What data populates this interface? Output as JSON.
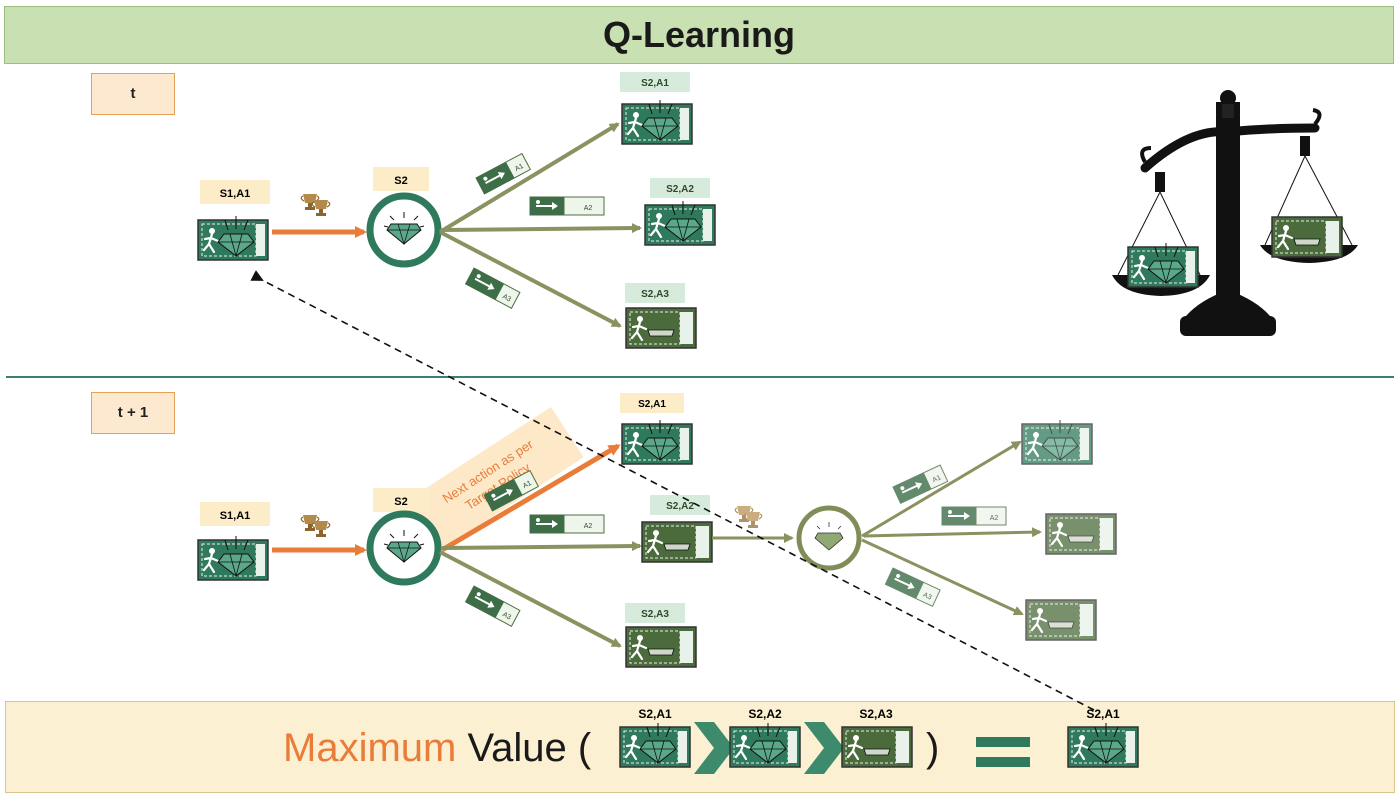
{
  "title": "Q-Learning",
  "time_labels": {
    "t": "t",
    "t1": "t + 1"
  },
  "state_labels": {
    "s1a1": "S1,A1",
    "s2": "S2",
    "s2a1": "S2,A1",
    "s2a2": "S2,A2",
    "s2a3": "S2,A3"
  },
  "action_labels": {
    "a1": "A1",
    "a2": "A2",
    "a3": "A3"
  },
  "policy_note": {
    "line1": "Next action as per",
    "line2": "Target Policy"
  },
  "formula": {
    "highlight": "Maximum",
    "text": " Value (",
    "close": ")"
  },
  "colors": {
    "accent_orange": "#ea7c3a",
    "exit_green": "#2f7a5c",
    "dim_green": "#6b7a3c",
    "arrow_olive": "#8a9260",
    "title_bg": "#c8e0b2",
    "panel_bg": "#fbf0d1"
  },
  "icons": [
    "running-man-exit-icon",
    "diamond-icon",
    "trophy-icon",
    "balance-scale-icon",
    "chevron-right-icon"
  ]
}
